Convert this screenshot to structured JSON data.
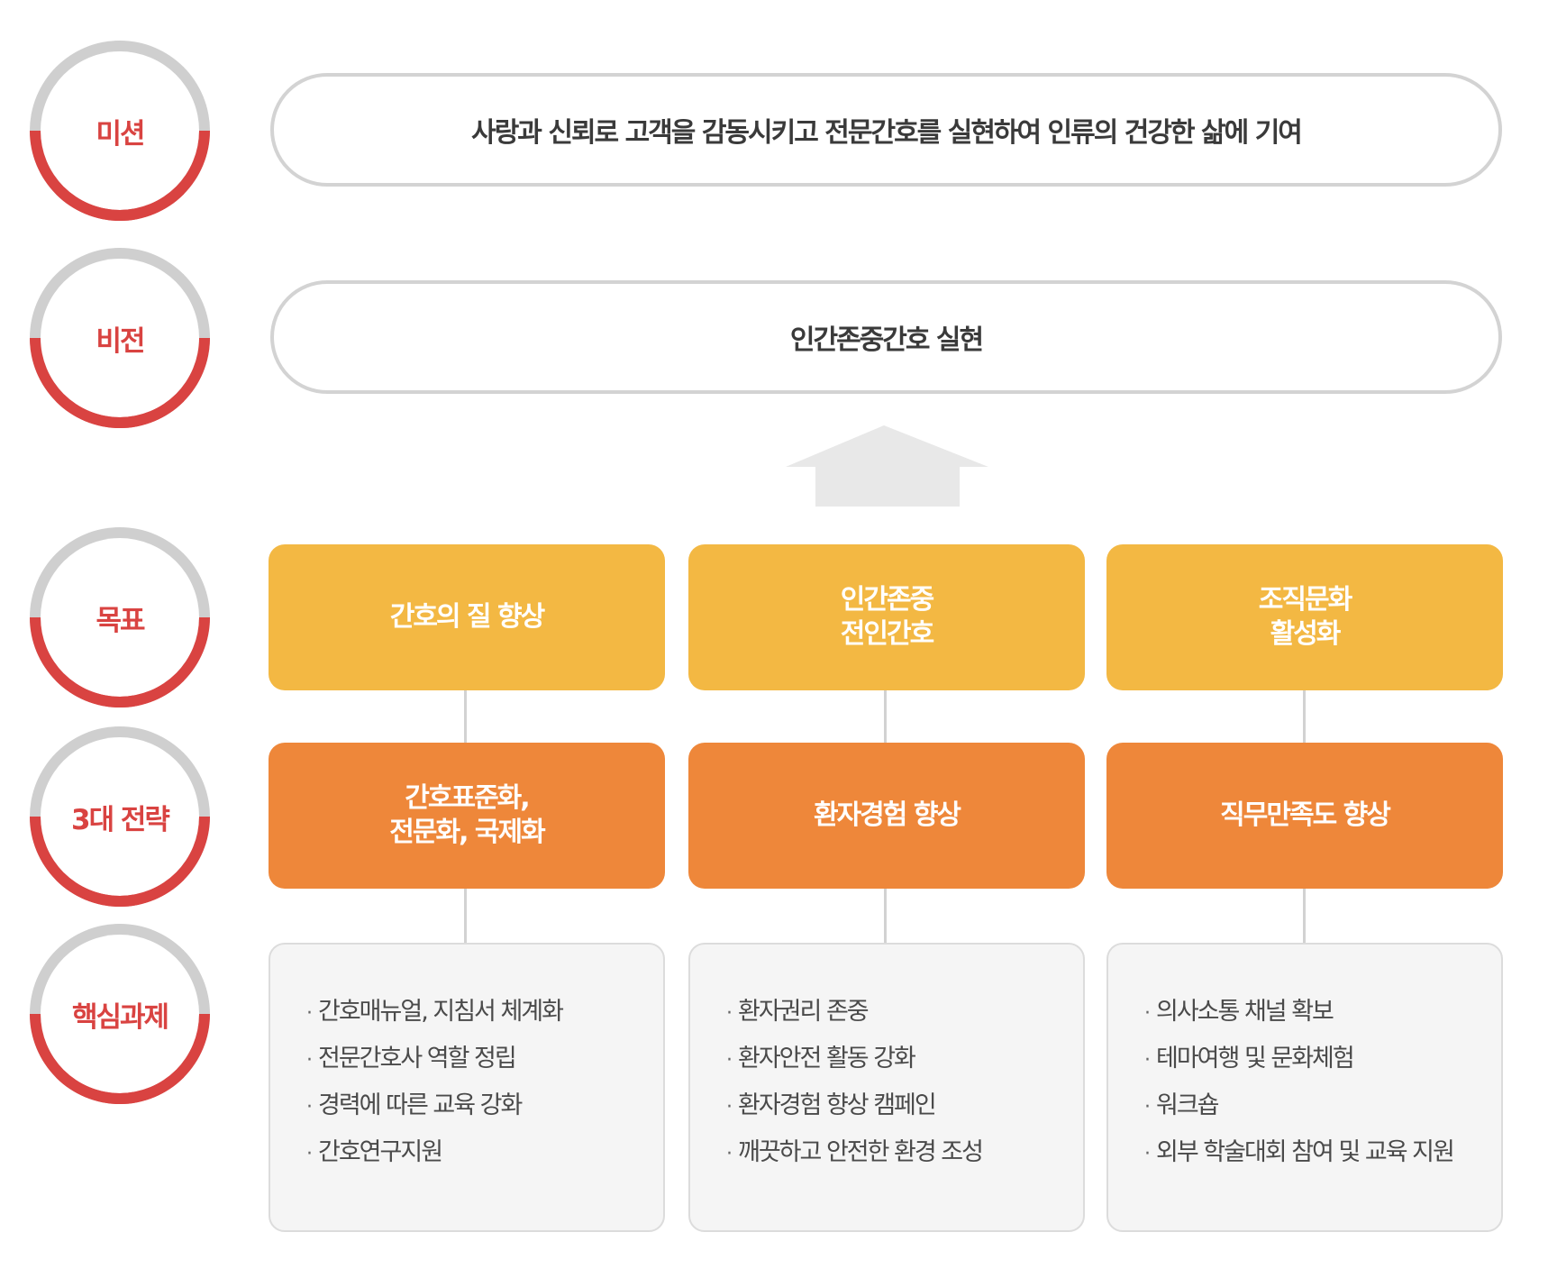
{
  "colors": {
    "ring_red": "#d94341",
    "ring_gray": "#cfcfcf",
    "goal_yellow": "#f3b843",
    "strategy_orange": "#ee873a",
    "task_bg": "#f5f5f5",
    "arrow_gray": "#e8e8e8",
    "text_dark": "#3a3a3a"
  },
  "rows": [
    {
      "label": "미션"
    },
    {
      "label": "비전"
    },
    {
      "label": "목표"
    },
    {
      "label": "3대 전략"
    },
    {
      "label": "핵심과제"
    }
  ],
  "mission": {
    "text": "사랑과 신뢰로 고객을 감동시키고 전문간호를 실현하여 인류의 건강한 삶에 기여"
  },
  "vision": {
    "text": "인간존중간호 실현"
  },
  "arrow": {
    "icon": "up-arrow-icon"
  },
  "columns": [
    {
      "goal": "간호의 질 향상",
      "strategy": "간호표준화,\n전문화, 국제화",
      "tasks": [
        "간호매뉴얼, 지침서 체계화",
        "전문간호사 역할 정립",
        "경력에 따른 교육 강화",
        "간호연구지원"
      ]
    },
    {
      "goal": "인간존중\n전인간호",
      "strategy": "환자경험 향상",
      "tasks": [
        "환자권리 존중",
        "환자안전 활동 강화",
        "환자경험 향상 캠페인",
        "깨끗하고 안전한 환경 조성"
      ]
    },
    {
      "goal": "조직문화\n활성화",
      "strategy": "직무만족도 향상",
      "tasks": [
        "의사소통 채널 확보",
        "테마여행 및 문화체험",
        "워크숍",
        "외부 학술대회 참여 및 교육 지원"
      ]
    }
  ],
  "bullet": "·"
}
